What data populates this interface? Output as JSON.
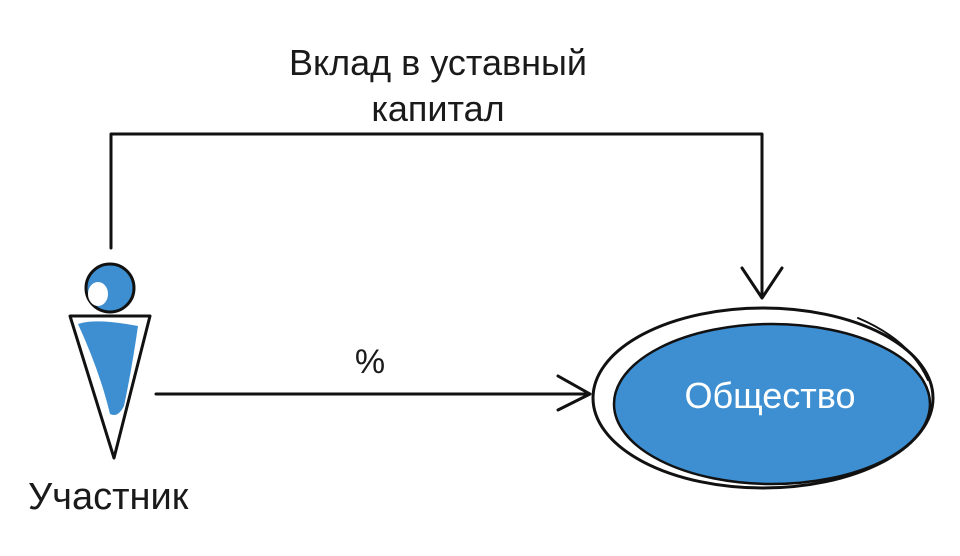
{
  "diagram": {
    "contribution_label": "Вклад в уставный капитал",
    "percent_label": "%",
    "participant_label": "Участник",
    "company_label": "Общество"
  },
  "colors": {
    "accent_blue": "#3d8fd1",
    "line": "#111111",
    "text": "#1a1a1a"
  }
}
